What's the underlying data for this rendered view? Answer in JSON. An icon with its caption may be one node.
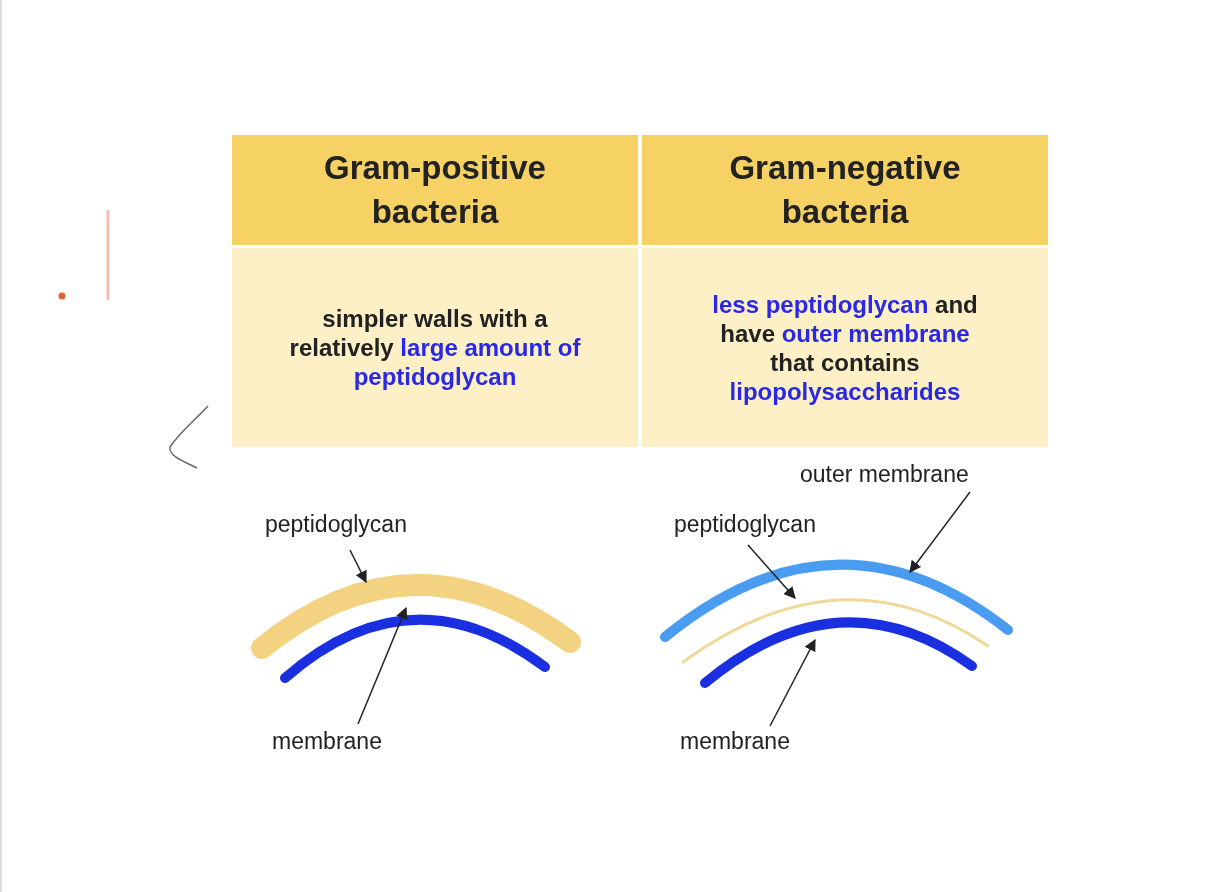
{
  "diagram": {
    "nodes": [
      {
        "text": [
          "peptidoglycan"
        ]
      },
      {
        "text": [],
        "shape": "bar"
      },
      {
        "text": [],
        "shape": "bar"
      },
      {
        "text": [
          "membrane"
        ]
      },
      {
        "text": [
          "outer membrane"
        ]
      },
      {
        "text": [
          "peptidoglycan"
        ]
      },
      {
        "text": [],
        "shape": "bar"
      },
      {
        "text": [],
        "shape": "bar"
      },
      {
        "text": [],
        "shape": "bar"
      },
      {
        "text": [
          "membrane"
        ]
      }
    ],
    "edges": [
      {
        "from": 0,
        "to": 1,
        "arrow": "to"
      },
      {
        "from": 3,
        "to": 2,
        "arrow": "to"
      },
      {
        "from": 4,
        "to": 6,
        "arrow": "to"
      },
      {
        "from": 5,
        "to": 7,
        "arrow": "to"
      },
      {
        "from": 9,
        "to": 8,
        "arrow": "to"
      }
    ],
    "labels": [
      "Gram-positive bacteria",
      "Gram-negative bacteria",
      "simpler walls with a relatively **large amount of peptidoglycan**",
      "**less peptidoglycan** and have **outer membrane** that contains **lipopolysaccharides**"
    ]
  }
}
